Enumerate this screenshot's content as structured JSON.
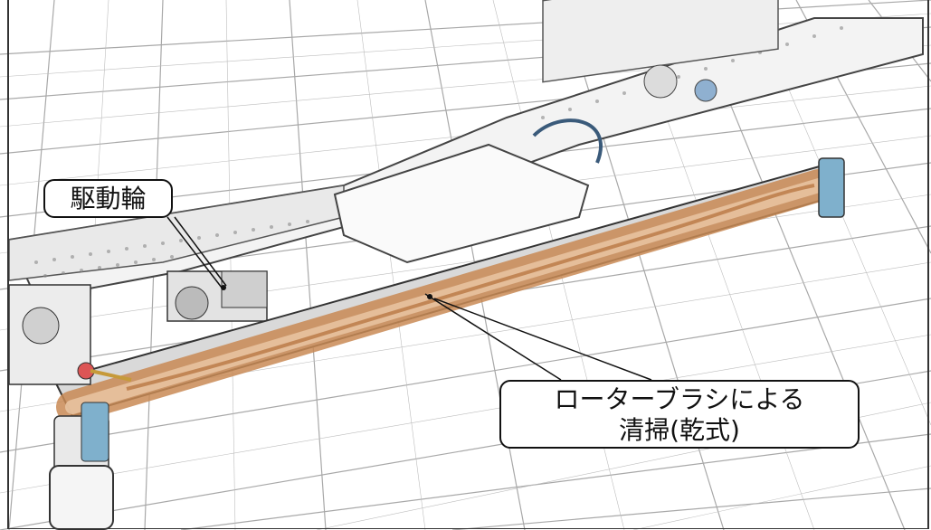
{
  "callouts": {
    "drive_wheel": "駆動輪",
    "rotor_brush_line1": "ローターブラシによる",
    "rotor_brush_line2": "清掃(乾式)"
  },
  "colors": {
    "brush": "#c98a55",
    "brush_light": "#e8c3a0",
    "accent_blue": "#6fa8c8",
    "line": "#222222"
  }
}
